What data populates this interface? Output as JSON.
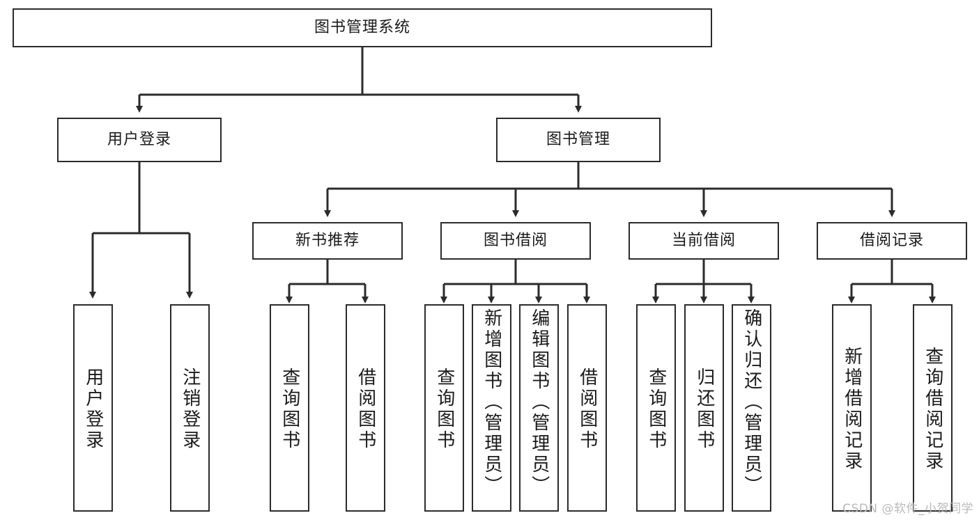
{
  "diagram": {
    "type": "tree",
    "title": "图书管理系统",
    "orientation": "top-down",
    "levels": 4,
    "colors": {
      "box_border": "#2b2b2b",
      "box_fill": "#ffffff",
      "connector": "#2b2b2b",
      "text": "#1a1a1a",
      "watermark": "#b9b9b9"
    }
  },
  "root": {
    "label": "图书管理系统"
  },
  "level2": [
    {
      "label": "用户登录"
    },
    {
      "label": "图书管理"
    }
  ],
  "level3": [
    {
      "label": "新书推荐"
    },
    {
      "label": "图书借阅"
    },
    {
      "label": "当前借阅"
    },
    {
      "label": "借阅记录"
    }
  ],
  "leaves": {
    "user_login": [
      {
        "label": "用户登录"
      },
      {
        "label": "注销登录"
      }
    ],
    "new_book_recommend": [
      {
        "label": "查询图书"
      },
      {
        "label": "借阅图书"
      }
    ],
    "book_borrow": [
      {
        "label": "查询图书"
      },
      {
        "label": "新增图书（管理员）"
      },
      {
        "label": "编辑图书（管理员）"
      },
      {
        "label": "借阅图书"
      }
    ],
    "current_borrow": [
      {
        "label": "查询图书"
      },
      {
        "label": "归还图书"
      },
      {
        "label": "确认归还（管理员）"
      }
    ],
    "borrow_record": [
      {
        "label": "新增借阅记录"
      },
      {
        "label": "查询借阅记录"
      }
    ]
  },
  "watermark": {
    "text": "CSDN @软件_小贺同学"
  }
}
